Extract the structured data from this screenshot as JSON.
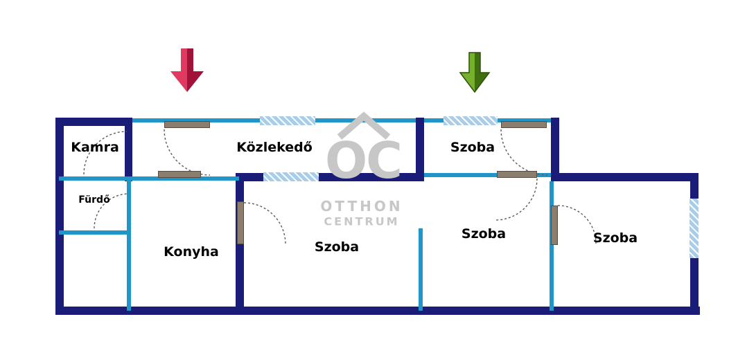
{
  "colors": {
    "wall_dark": "#1b1b78",
    "wall_light": "#2095c8",
    "window_fill": "#a9cde8",
    "door_leaf": "#8b7e6e",
    "door_edge": "#554c3f",
    "arc": "#5a5a5a",
    "watermark": "#c7c7c7",
    "arrow_red": "#e13a60",
    "arrow_red_dark": "#a11238",
    "arrow_green": "#76b12e",
    "arrow_green_dark": "#406f10",
    "arrow_green_edge": "#2c4f0a"
  },
  "rooms": [
    {
      "id": "kamra",
      "label": "Kamra"
    },
    {
      "id": "kozlekedo",
      "label": "Közlekedő"
    },
    {
      "id": "szoba-top",
      "label": "Szoba"
    },
    {
      "id": "furdo",
      "label": "Fürdő"
    },
    {
      "id": "konyha",
      "label": "Konyha"
    },
    {
      "id": "szoba-center",
      "label": "Szoba"
    },
    {
      "id": "szoba-right",
      "label": "Szoba"
    },
    {
      "id": "szoba-far-right",
      "label": "Szoba"
    }
  ],
  "watermark": {
    "monogram": "OC",
    "line1": "OTTHON",
    "line2": "CENTRUM"
  },
  "arrows": [
    {
      "id": "red-arrow",
      "direction": "down",
      "color": "#e13a60"
    },
    {
      "id": "green-arrow",
      "direction": "down",
      "color": "#76b12e"
    }
  ]
}
